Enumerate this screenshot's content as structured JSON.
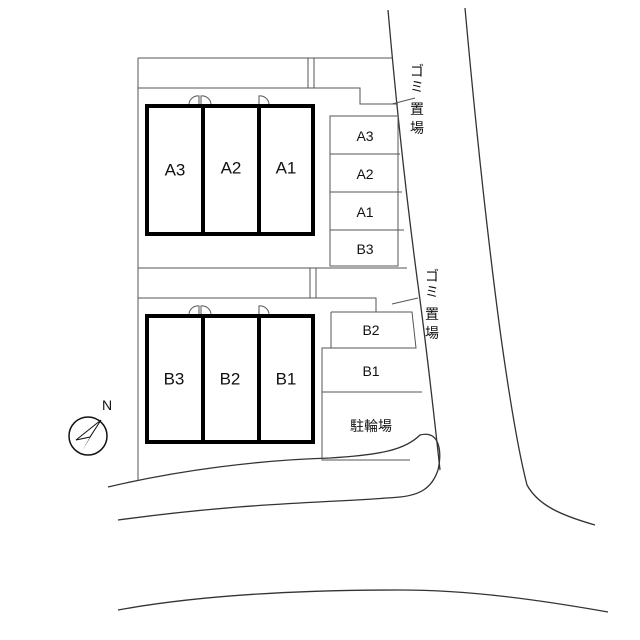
{
  "buildings": {
    "a": {
      "units": [
        {
          "label": "A3"
        },
        {
          "label": "A2"
        },
        {
          "label": "A1"
        }
      ]
    },
    "b": {
      "units": [
        {
          "label": "B3"
        },
        {
          "label": "B2"
        },
        {
          "label": "B1"
        }
      ]
    }
  },
  "parking": {
    "upper": [
      {
        "label": "A3"
      },
      {
        "label": "A2"
      },
      {
        "label": "A1"
      },
      {
        "label": "B3"
      }
    ],
    "lower": [
      {
        "label": "B2"
      },
      {
        "label": "B1"
      }
    ]
  },
  "bicycle_parking": {
    "label": "駐輪場"
  },
  "garbage": [
    {
      "chars": [
        "ゴ",
        "ミ",
        "置",
        "場"
      ]
    },
    {
      "chars": [
        "ゴ",
        "ミ",
        "置",
        "場"
      ]
    }
  ],
  "compass": {
    "label": "N",
    "icon": "north-arrow-icon"
  }
}
